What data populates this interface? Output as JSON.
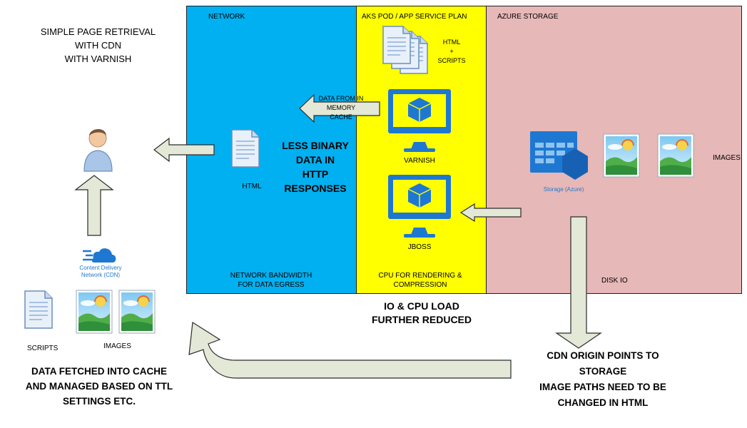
{
  "intro": {
    "line1": "SIMPLE PAGE RETRIEVAL",
    "line2": "WITH CDN",
    "line3": "WITH VARNISH"
  },
  "zones": {
    "network": {
      "title": "NETWORK",
      "footer1": "NETWORK BANDWIDTH",
      "footer2": "FOR DATA EGRESS",
      "color": "#00b0f0"
    },
    "aks": {
      "title": "AKS POD / APP SERVICE PLAN",
      "footer1": "CPU FOR RENDERING &",
      "footer2": "COMPRESSION",
      "color": "#ffff00"
    },
    "storage": {
      "title": "AZURE STORAGE",
      "footer": "DISK IO",
      "color": "#e6b8b7"
    }
  },
  "network_panel": {
    "html_label": "HTML",
    "less_binary": [
      "LESS BINARY",
      "DATA IN",
      "HTTP",
      "RESPONSES"
    ]
  },
  "aks_panel": {
    "html_scripts": [
      "HTML",
      "+",
      "SCRIPTS"
    ],
    "data_from_memory": [
      "DATA FROM IN",
      "MEMORY",
      "CACHE"
    ],
    "varnish_label": "VARNISH",
    "jboss_label": "JBOSS"
  },
  "storage_panel": {
    "storage_label": "Storage (Azure)",
    "images_label": "IMAGES"
  },
  "cdn": {
    "label1": "Content Delivery",
    "label2": "Network (CDN)",
    "scripts_label": "SCRIPTS",
    "images_label": "IMAGES"
  },
  "notes": {
    "io_cpu": [
      "IO & CPU LOAD",
      "FURTHER REDUCED"
    ],
    "cdn_origin": [
      "CDN ORIGIN POINTS TO",
      "STORAGE",
      "IMAGE PATHS NEED TO BE",
      "CHANGED IN HTML"
    ],
    "data_fetched": [
      "DATA FETCHED INTO CACHE",
      "AND MANAGED BASED ON TTL",
      "SETTINGS ETC."
    ]
  },
  "icons": {
    "user": "user-icon",
    "document": "document-icon",
    "monitor": "monitor-cube-icon",
    "storage": "storage-table-icon",
    "image": "landscape-image-icon",
    "cloud": "cdn-cloud-icon"
  },
  "colors": {
    "arrow_fill": "#e3e8d7",
    "arrow_stroke": "#2b2b2b",
    "azure_blue": "#1e78d2"
  }
}
